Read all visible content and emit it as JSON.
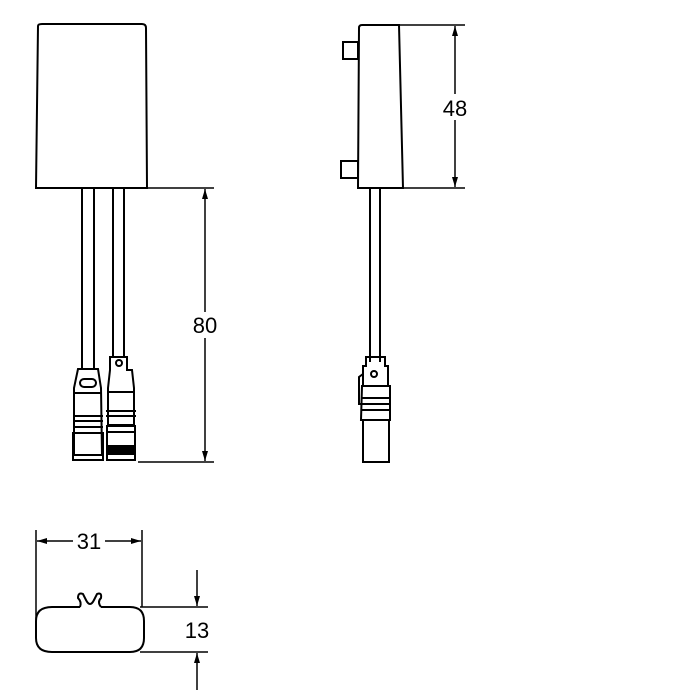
{
  "drawing": {
    "dimensions": {
      "cable_length": "80",
      "housing_height": "48",
      "housing_width": "31",
      "housing_depth": "13"
    },
    "line_color": "#000000",
    "background": "#ffffff"
  }
}
